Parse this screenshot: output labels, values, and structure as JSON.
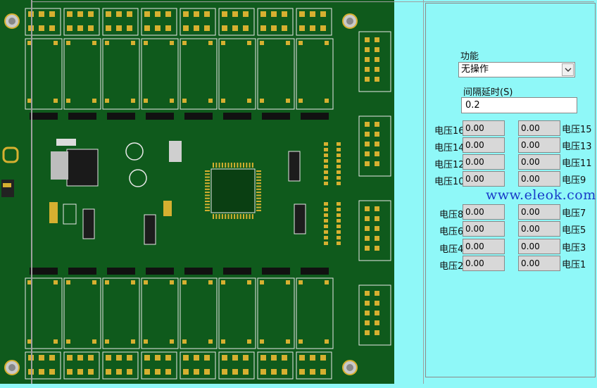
{
  "panel": {
    "function_label": "功能",
    "function_value": "无操作",
    "interval_label": "间隔延时(S)",
    "interval_value": "0.2"
  },
  "voltages": {
    "v16": {
      "label": "电压16",
      "value": "0.00"
    },
    "v15": {
      "label": "电压15",
      "value": "0.00"
    },
    "v14": {
      "label": "电压14",
      "value": "0.00"
    },
    "v13": {
      "label": "电压13",
      "value": "0.00"
    },
    "v12": {
      "label": "电压12",
      "value": "0.00"
    },
    "v11": {
      "label": "电压11",
      "value": "0.00"
    },
    "v10": {
      "label": "电压10",
      "value": "0.00"
    },
    "v9": {
      "label": "电压9",
      "value": "0.00"
    },
    "v8": {
      "label": "电压8",
      "value": "0.00"
    },
    "v7": {
      "label": "电压7",
      "value": "0.00"
    },
    "v6": {
      "label": "电压6",
      "value": "0.00"
    },
    "v5": {
      "label": "电压5",
      "value": "0.00"
    },
    "v4": {
      "label": "电压4",
      "value": "0.00"
    },
    "v3": {
      "label": "电压3",
      "value": "0.00"
    },
    "v2": {
      "label": "电压2",
      "value": "0.00"
    },
    "v1": {
      "label": "电压1",
      "value": "0.00"
    }
  },
  "watermark": "www.eleok.com",
  "colors": {
    "background": "#8ff8f8",
    "pcb": "#0f5a1c",
    "pad": "#d6b030",
    "watermark": "#1a3cc8"
  },
  "icons": {
    "dropdown": "chevron-down-icon"
  }
}
